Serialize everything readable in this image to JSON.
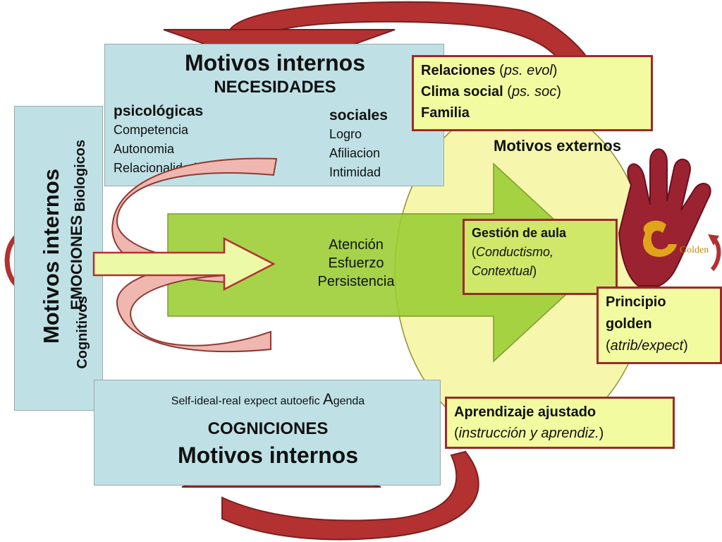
{
  "top_panel": {
    "title": "Motivos internos",
    "subtitle": "NECESIDADES",
    "psych_heading": "psicológicas",
    "psych_items": [
      "Competencia",
      "Autonomia",
      "Relacionalidad"
    ],
    "social_heading": "sociales",
    "social_items": [
      "Logro",
      "Afiliacion",
      "Intimidad"
    ]
  },
  "left_panel": {
    "title": "Motivos internos",
    "subtitle": "EMOCIONES",
    "label_bio": "Biologicos",
    "label_cog": "Cognitivos"
  },
  "bottom_panel": {
    "line_parts": [
      "Self-ideal-real  expect autoefic ",
      "A",
      "genda"
    ],
    "subtitle": "COGNICIONES",
    "title": "Motivos internos"
  },
  "center": {
    "lines": [
      "Atención",
      "Esfuerzo",
      "Persistencia"
    ]
  },
  "external": {
    "label": "Motivos externos",
    "box1": {
      "line1_bold": "Relaciones",
      "line1_paren": "ps. evol",
      "line2_bold": "Clima social",
      "line2_paren": "ps. soc",
      "line3_bold": "Familia"
    },
    "box2": {
      "bold": "Gestión de aula",
      "italic_1": "Conductismo,",
      "italic_2": "Contextual"
    },
    "box3": {
      "bold_1": "Principio",
      "bold_2": "golden",
      "italic": "atrib/expect"
    },
    "box4": {
      "bold": "Aprendizaje ajustado",
      "italic": "instrucción y aprendiz."
    }
  },
  "logo": {
    "text": "Golden",
    "icon": "red-hand-logo"
  },
  "colors": {
    "panel_blue": "#bfe1e6",
    "arrow_green": "#9acd32",
    "oval_yellow": "#f6f7a8",
    "box_yellow": "#f3fba0",
    "box_border": "#9b2a2a",
    "curved_arrow": "#b33131"
  }
}
